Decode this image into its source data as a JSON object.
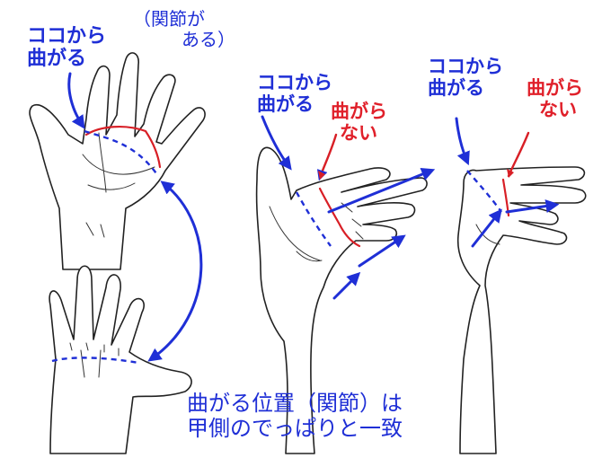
{
  "colors": {
    "blue": "#1f2fd6",
    "red": "#e0202a",
    "ink": "#222222"
  },
  "labels": {
    "left_bend": [
      "ココから",
      "曲がる"
    ],
    "left_joint": [
      "（関節が",
      "ある）"
    ],
    "mid_bend": [
      "ココから",
      "曲がる"
    ],
    "mid_nobend": [
      "曲がら",
      "ない"
    ],
    "right_bend": [
      "ココから",
      "曲がる"
    ],
    "right_nobend": [
      "曲がら",
      "ない"
    ],
    "bottom_caption": [
      "曲がる位置（関節）は",
      "甲側のでっぱりと一致"
    ]
  }
}
